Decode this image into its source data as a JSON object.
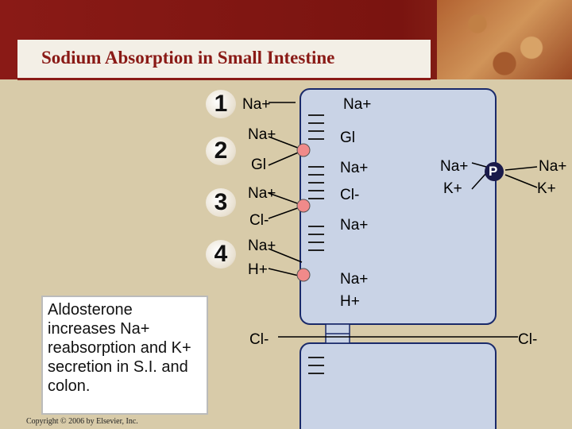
{
  "title": "Sodium Absorption in Small Intestine",
  "mechanisms": [
    {
      "number": "1",
      "lumen": [
        "Na+"
      ],
      "cell": [
        "Na+"
      ]
    },
    {
      "number": "2",
      "lumen": [
        "Na+",
        "Gl"
      ],
      "cell": [
        "Gl",
        "Na+"
      ]
    },
    {
      "number": "3",
      "lumen": [
        "Na+",
        "Cl-"
      ],
      "cell": [
        "Cl-",
        "Na+"
      ]
    },
    {
      "number": "4",
      "lumen": [
        "Na+",
        "H+"
      ],
      "cell": [
        "Na+",
        "H+"
      ]
    }
  ],
  "paracellular": {
    "lumen_label": "Cl-",
    "blood_label": "Cl-"
  },
  "basolateral_pump": {
    "symbol": "P",
    "cell_side": [
      "Na+",
      "K+"
    ],
    "blood_side": [
      "Na+",
      "K+"
    ]
  },
  "note_text": "Aldosterone increases Na+ reabsorption and K+ secretion in S.I. and colon.",
  "copyright": "Copyright © 2006 by Elsevier, Inc.",
  "colors": {
    "header": "#8a1a16",
    "background": "#d8cba9",
    "cell_fill": "#c9d3e6",
    "cell_border": "#1a2a6a",
    "transporter": "#f08a8a"
  }
}
